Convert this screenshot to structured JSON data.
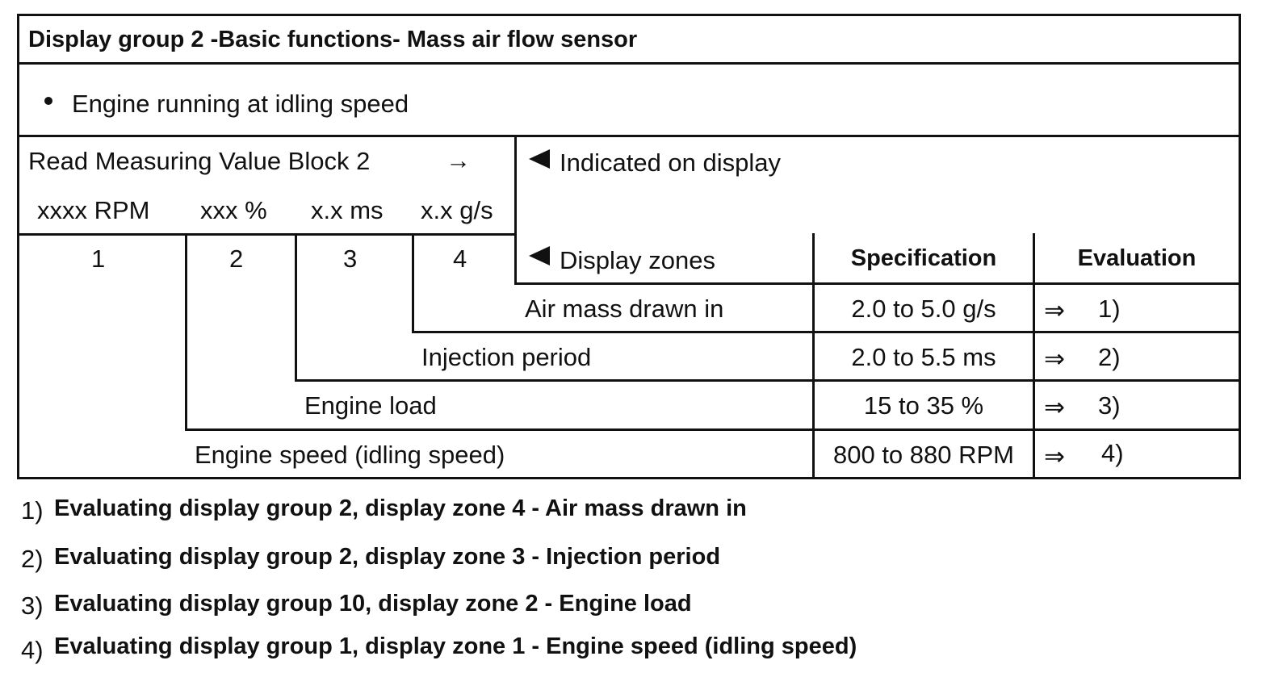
{
  "title": "Display group 2 -Basic functions- Mass air flow sensor",
  "condition": "Engine running at idling speed",
  "read_block": {
    "label": "Read Measuring Value Block 2",
    "arrow": "→",
    "fields": [
      "xxxx RPM",
      "xxx %",
      "x.x ms",
      "x.x g/s"
    ],
    "zone_numbers": [
      "1",
      "2",
      "3",
      "4"
    ]
  },
  "indicated_label": "Indicated on display",
  "display_zones_label": "Display zones",
  "specification_header": "Specification",
  "evaluation_header": "Evaluation",
  "eval_arrow": "⇒",
  "rows": [
    {
      "name": "Air mass drawn in",
      "spec": "2.0 to 5.0 g/s",
      "eval": "1)"
    },
    {
      "name": "Injection period",
      "spec": "2.0 to 5.5 ms",
      "eval": "2)"
    },
    {
      "name": "Engine load",
      "spec": "15 to 35 %",
      "eval": "3)"
    },
    {
      "name": "Engine speed (idling speed)",
      "spec": "800 to 880 RPM",
      "eval": "4)"
    }
  ],
  "footnotes": [
    {
      "num": "1)",
      "text": "Evaluating display group 2, display zone 4 - Air mass drawn in"
    },
    {
      "num": "2)",
      "text": "Evaluating display group 2, display zone 3 - Injection period"
    },
    {
      "num": "3)",
      "text": "Evaluating display group 10, display zone 2 - Engine load"
    },
    {
      "num": "4)",
      "text": "Evaluating display group 1, display zone 1 - Engine speed (idling speed)"
    }
  ]
}
